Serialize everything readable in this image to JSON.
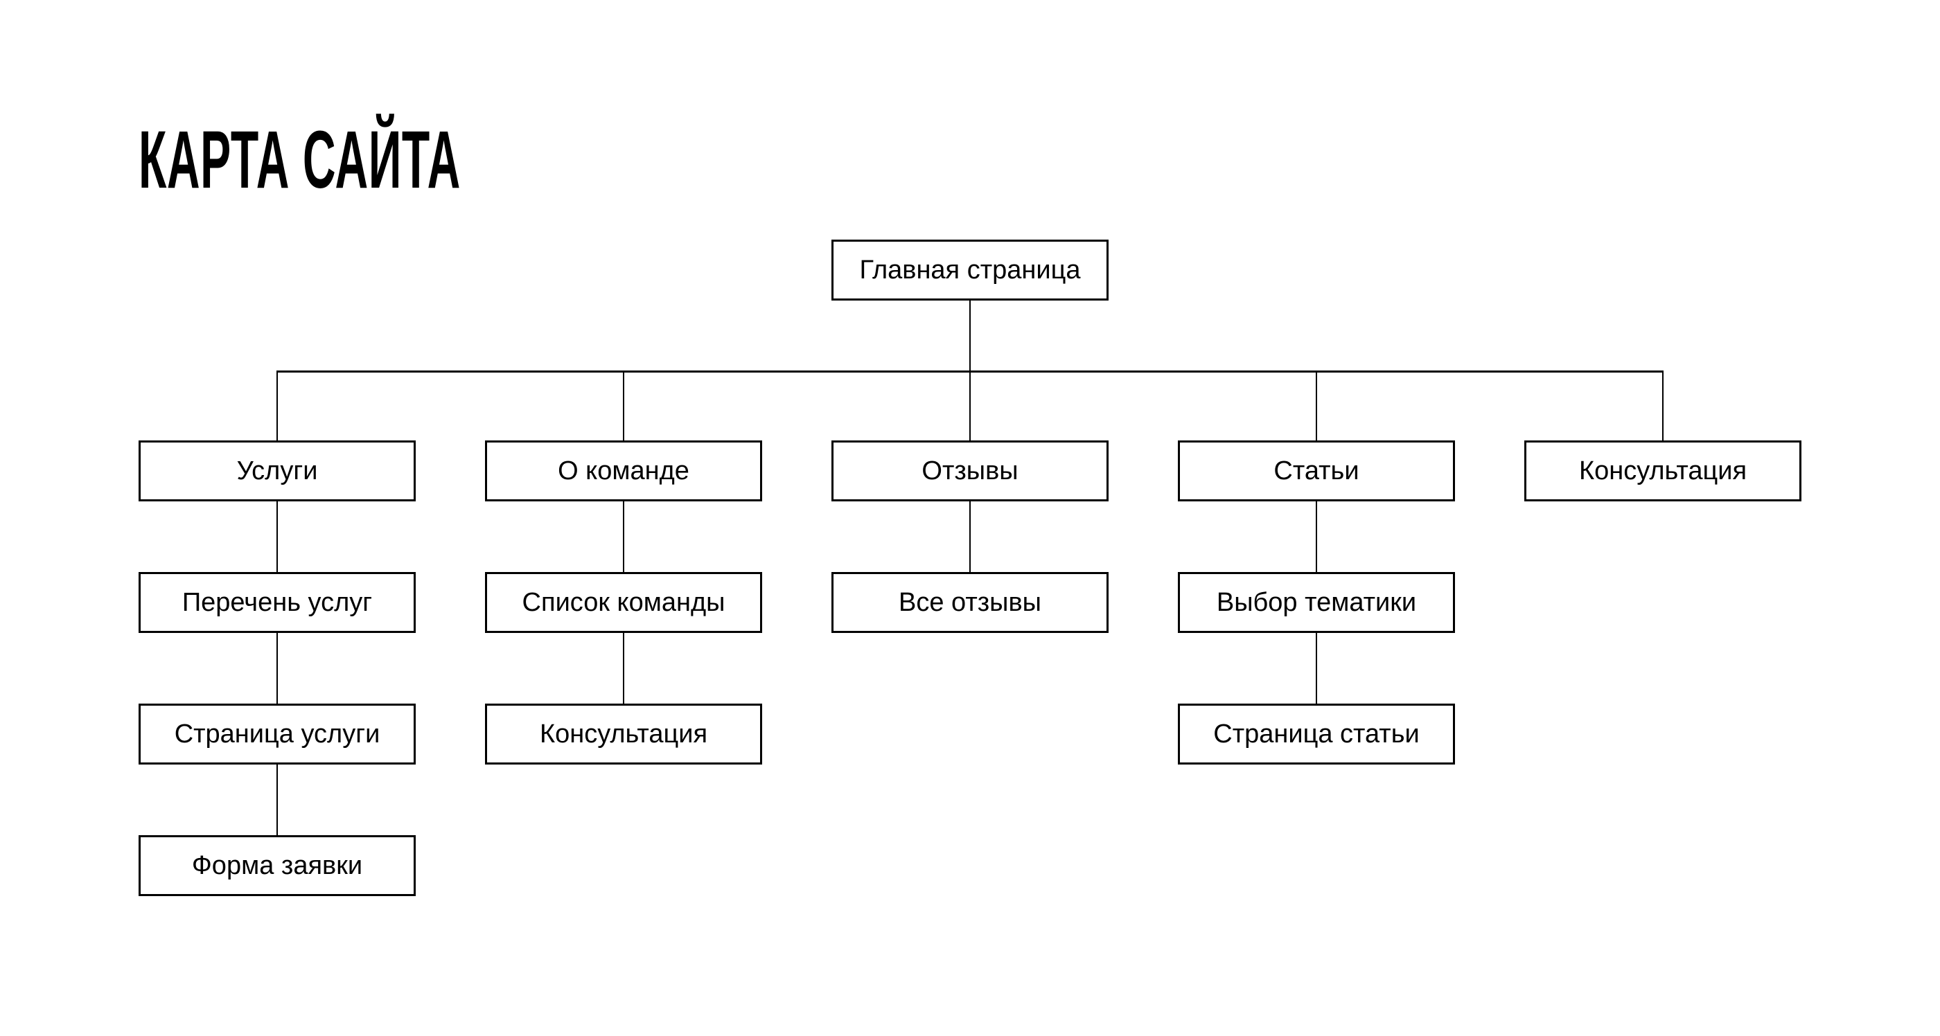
{
  "page": {
    "title": "КАРТА САЙТА"
  },
  "colors": {
    "background": "#ffffff",
    "line": "#000000",
    "text": "#000000"
  },
  "sitemap": {
    "root": {
      "label": "Главная страница"
    },
    "columns": [
      {
        "label": "Услуги",
        "children": [
          "Перечень услуг",
          "Страница услуги",
          "Форма заявки"
        ]
      },
      {
        "label": "О команде",
        "children": [
          "Список команды",
          "Консультация"
        ]
      },
      {
        "label": "Отзывы",
        "children": [
          "Все отзывы"
        ]
      },
      {
        "label": "Статьи",
        "children": [
          "Выбор тематики",
          "Страница статьи"
        ]
      },
      {
        "label": "Консультация",
        "children": []
      }
    ]
  }
}
